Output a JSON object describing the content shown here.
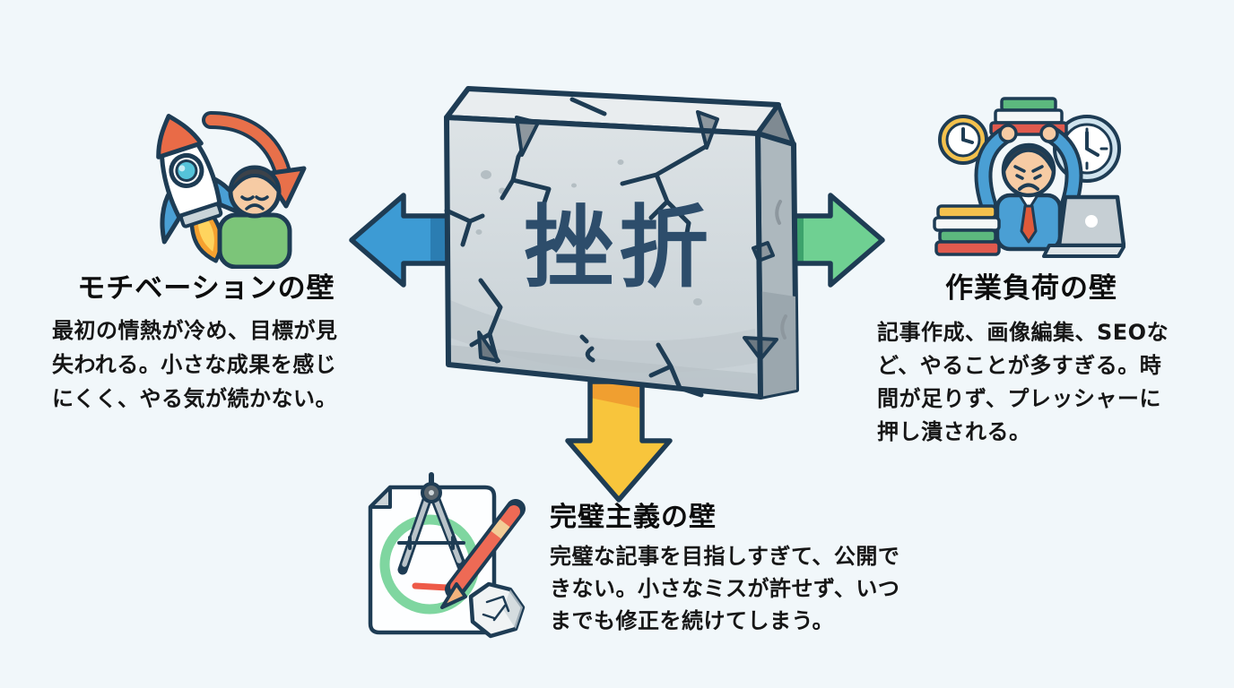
{
  "canvas": {
    "background_color": "#f1f7fa"
  },
  "center_wall": {
    "label": "挫折",
    "label_color": "#2d4d6b",
    "style": "cracked stone block",
    "stone_color": "#d8dee1",
    "outline_color": "#1e3c54"
  },
  "sections": [
    {
      "id": "motivation",
      "title": "モチベーションの壁",
      "body": "最初の情熱が冷め、目標が見失われる。小さな成果を感じにくく、やる気が続かない。",
      "arrow_direction": "left",
      "arrow_color": "#3d9bd4",
      "arrow_shade_color": "#2b7db2",
      "icon": "falling-rocket-sad-person"
    },
    {
      "id": "workload",
      "title": "作業負荷の壁",
      "body": "記事作成、画像編集、SEOなど、やることが多すぎる。時間が足りず、プレッシャーに押し潰される。",
      "arrow_direction": "right",
      "arrow_color": "#6fd092",
      "arrow_shade_color": "#3da26c",
      "icon": "overloaded-worker-books-clocks-laptop"
    },
    {
      "id": "perfectionism",
      "title": "完璧主義の壁",
      "body": "完璧な記事を目指しすぎて、公開できない。小さなミスが許せず、いつまでも修正を続けてしまう。",
      "arrow_direction": "down",
      "arrow_color": "#f8c53c",
      "arrow_shade_color": "#f09f30",
      "icon": "compass-pen-draft-paper-crumpled-ball"
    }
  ]
}
